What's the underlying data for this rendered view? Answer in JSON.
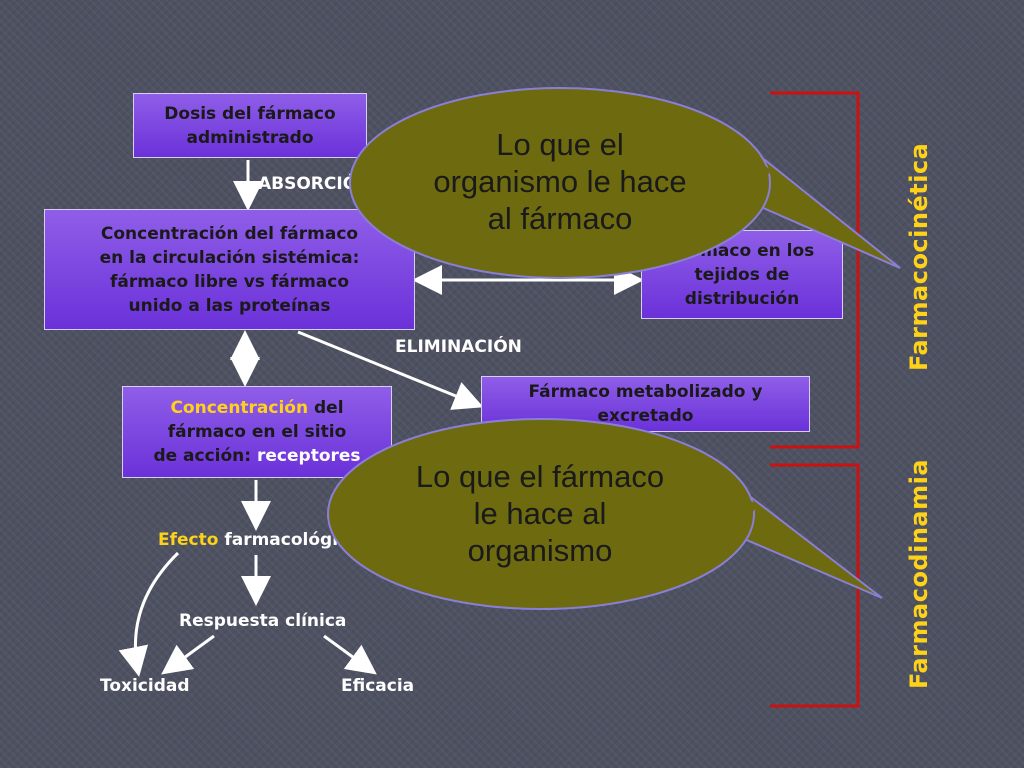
{
  "boxes": {
    "dosis": [
      "Dosis del fármaco",
      "administrado"
    ],
    "concentracion_circ": [
      "Concentración del fármaco",
      "en la circulación sistémica:",
      "fármaco libre vs fármaco",
      "unido a las proteínas"
    ],
    "tejidos": [
      "Fármaco en los",
      "tejidos de",
      "distribución"
    ],
    "metabolizado": [
      "Fármaco metabolizado y",
      "excretado"
    ],
    "sitio": {
      "line1_a": "Concentración",
      "line1_b": " del",
      "line2": "fármaco en el sitio",
      "line3_a": "de acción: ",
      "line3_b": "receptores"
    }
  },
  "labels": {
    "absorcion": "ABSORCIÓN",
    "eliminacion": "ELIMINACIÓN",
    "efecto_a": "Efecto",
    "efecto_b": " farmacológico",
    "respuesta": "Respuesta clínica",
    "toxicidad": "Toxicidad",
    "eficacia": "Eficacia"
  },
  "bubbles": {
    "top": [
      "Lo que el",
      "organismo le hace",
      "al fármaco"
    ],
    "bottom": [
      "Lo que el fármaco",
      "le hace al",
      "organismo"
    ]
  },
  "brackets": {
    "farmacocinetica": "Farmacocinética",
    "farmacodinamia": "Farmacodinamia"
  },
  "colors": {
    "box_fill": "#7a45e0",
    "bubble_fill": "#6e6a10",
    "bracket_red": "#cc1111",
    "highlight_yellow": "#ffd21a"
  }
}
